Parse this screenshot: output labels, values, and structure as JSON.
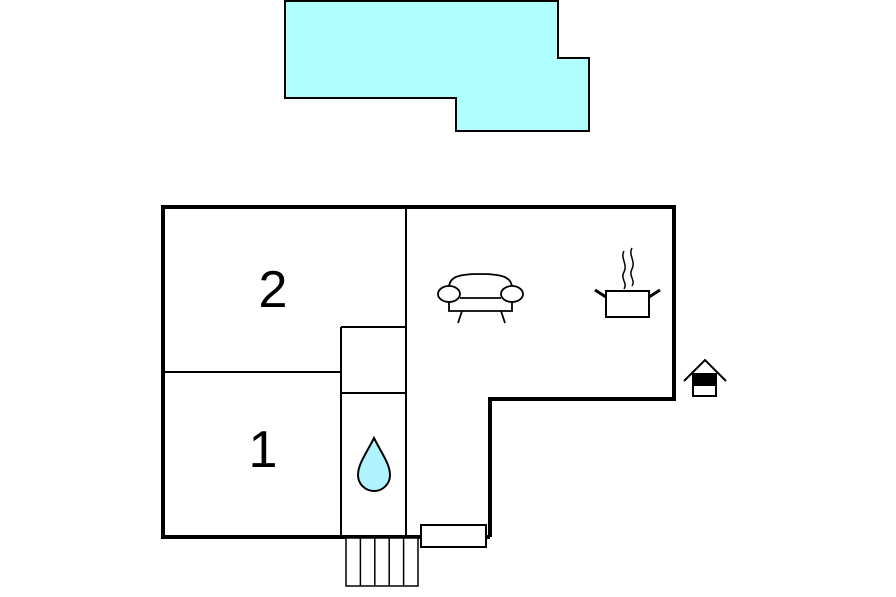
{
  "floorplan": {
    "rooms": [
      {
        "id": "bedroom-2",
        "number": "2"
      },
      {
        "id": "bedroom-1",
        "number": "1"
      }
    ],
    "icons": [
      "sofa-icon",
      "cooking-pot-icon",
      "water-drop-icon",
      "entrance-house-icon"
    ],
    "colors": {
      "pool": "#b0ffff",
      "water": "#b0f3ff",
      "wall": "#000000",
      "background": "#ffffff"
    }
  }
}
